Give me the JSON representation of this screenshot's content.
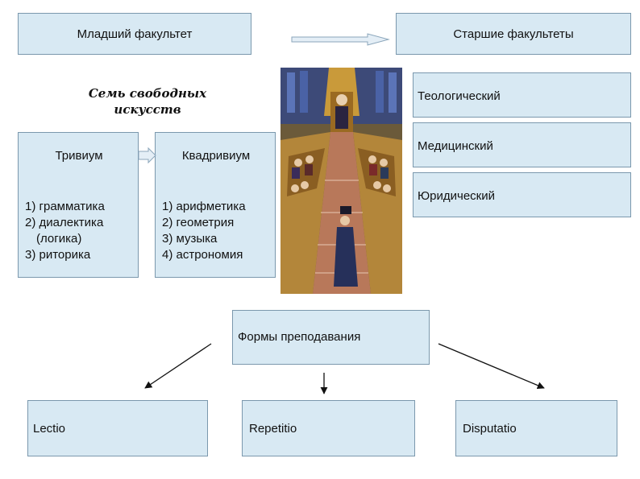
{
  "junior_faculty": "Младший факультет",
  "senior_faculties": "Старшие факультеты",
  "liberal_arts_title": "Семь свободных искусств",
  "trivium": {
    "title": "Тривиум",
    "items": [
      "1) грамматика",
      "2) диалектика",
      "(логика)",
      "3) риторика"
    ]
  },
  "quadrivium": {
    "title": "Квадривиум",
    "items": [
      "1) арифметика",
      "2) геометрия",
      "3) музыка",
      "4) астрономия"
    ]
  },
  "faculties": [
    "Теологический",
    "Медицинский",
    "Юридический"
  ],
  "teaching_forms": "Формы преподавания",
  "forms": [
    "Lectio",
    "Repetitio",
    "Disputatio"
  ],
  "colors": {
    "box_fill": "#d8e9f3",
    "box_border": "#7b98ad",
    "arrow": "#111111"
  }
}
